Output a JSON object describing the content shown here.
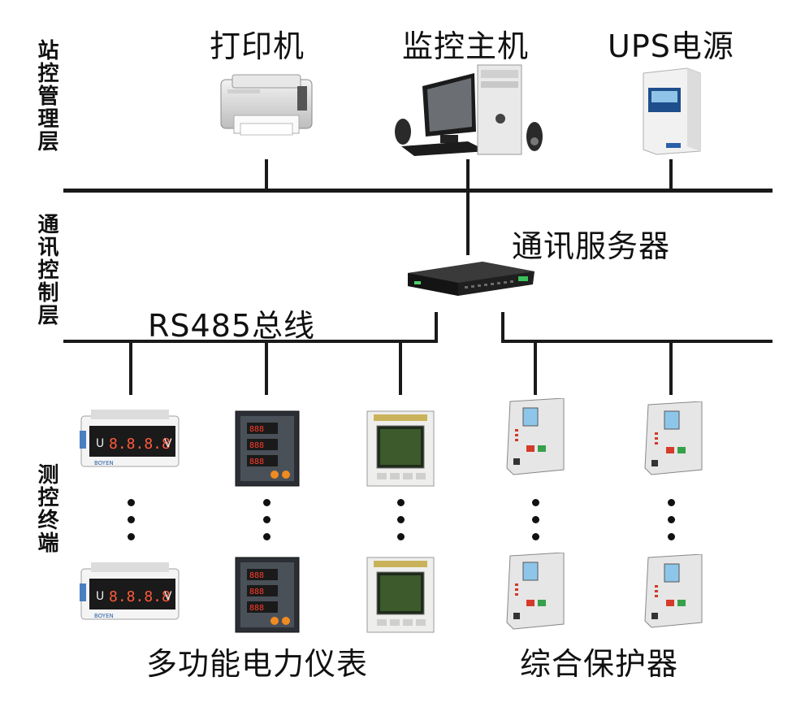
{
  "layers": {
    "station": "站控管理层",
    "comm": "通讯控制层",
    "terminal": "测控终端"
  },
  "devices": {
    "printer": "打印机",
    "host": "监控主机",
    "ups": "UPS电源",
    "server": "通讯服务器",
    "bus": "RS485总线",
    "meters": "多功能电力仪表",
    "relays": "综合保护器"
  },
  "meter_texts": {
    "u": "U",
    "v": "V",
    "digits": "8.8.8.8",
    "brand": "BOYEN"
  },
  "icons": {
    "printer": "printer-icon",
    "host": "desktop-computer-icon",
    "ups": "ups-power-supply-icon",
    "server": "network-switch-icon",
    "meter": "panel-meter-icon",
    "relay": "protection-relay-icon"
  }
}
